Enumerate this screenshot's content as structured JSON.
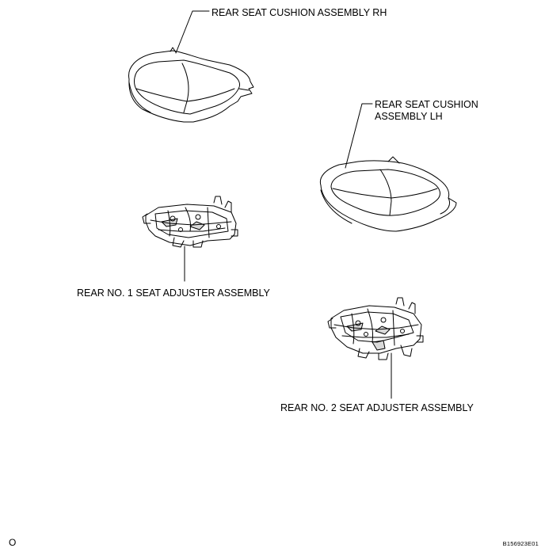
{
  "diagram": {
    "labels": {
      "rear_seat_cushion_rh": "REAR SEAT CUSHION ASSEMBLY RH",
      "rear_seat_cushion_lh_line1": "REAR SEAT CUSHION",
      "rear_seat_cushion_lh_line2": "ASSEMBLY LH",
      "rear_no1_seat_adjuster": "REAR NO. 1 SEAT ADJUSTER ASSEMBLY",
      "rear_no2_seat_adjuster": "REAR NO. 2 SEAT ADJUSTER ASSEMBLY"
    },
    "corner_mark": "O",
    "document_code": "B156923E01"
  }
}
